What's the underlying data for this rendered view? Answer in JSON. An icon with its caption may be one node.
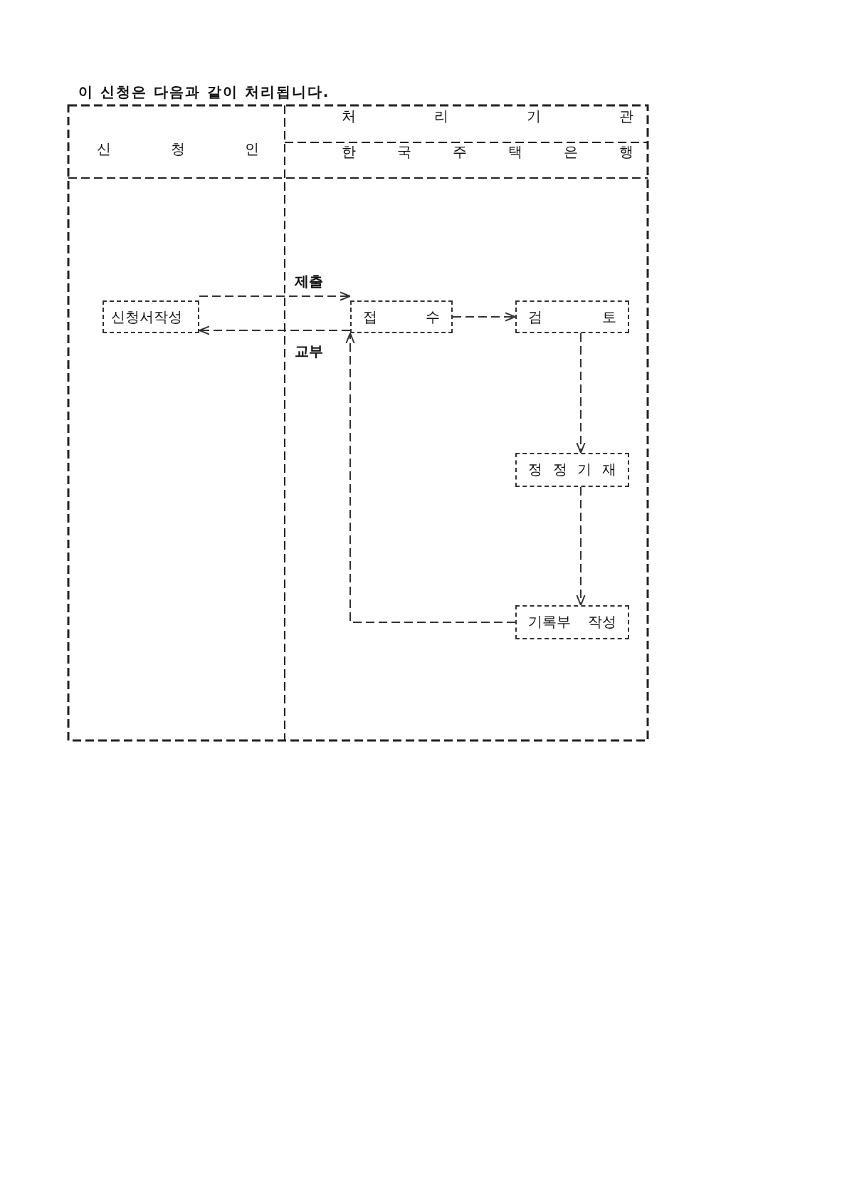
{
  "diagram": {
    "title": "이 신청은 다음과 같이 처리됩니다.",
    "nodes": [
      {
        "text": [
          "신청서작성"
        ]
      },
      {
        "text": [
          "접 수"
        ]
      },
      {
        "text": [
          "검 토"
        ]
      },
      {
        "text": [
          "정 정 기 재"
        ]
      },
      {
        "text": [
          "기록부 작성"
        ]
      }
    ],
    "edges": [
      {
        "from": 0,
        "to": 1,
        "arrow": "to",
        "label": "제출"
      },
      {
        "from": 1,
        "to": 0,
        "arrow": "to",
        "label": "교부"
      },
      {
        "from": 1,
        "to": 2,
        "arrow": "to"
      },
      {
        "from": 2,
        "to": 3,
        "arrow": "to"
      },
      {
        "from": 3,
        "to": 4,
        "arrow": "to"
      },
      {
        "from": 4,
        "to": 1,
        "arrow": "to"
      }
    ],
    "labels": [
      "신 청 인",
      "처 리 기 관",
      "한 국 주 택 은 행"
    ]
  }
}
